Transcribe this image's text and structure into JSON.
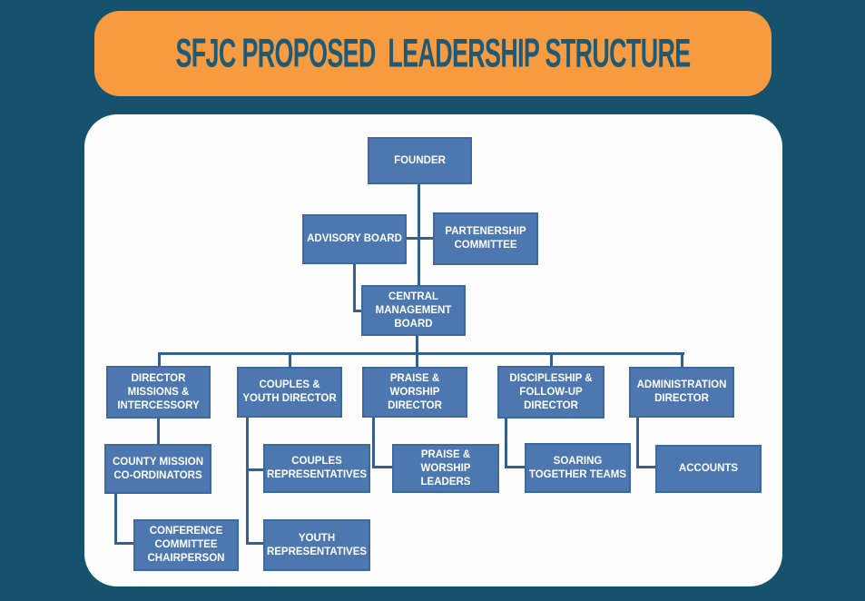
{
  "title": "SFJC PROPOSED  LEADERSHIP STRUCTURE",
  "colors": {
    "background": "#16526E",
    "banner": "#F79B40",
    "title_text": "#1B5A78",
    "card": "#FEFEFE",
    "node_fill": "#4C77AF",
    "node_border": "#3E68A1",
    "node_text": "#FFFFFF",
    "connector": "#365F91"
  },
  "org": {
    "nodes": [
      {
        "id": "founder",
        "label": "FOUNDER",
        "reports_to": null
      },
      {
        "id": "advisory-board",
        "label": "ADVISORY BOARD",
        "reports_to": "founder"
      },
      {
        "id": "partnership-committee",
        "label": "PARTENERSHIP COMMITTEE",
        "reports_to": "founder"
      },
      {
        "id": "central-management-board",
        "label": "CENTRAL MANAGEMENT BOARD",
        "reports_to": "founder"
      },
      {
        "id": "director-missions-intercessory",
        "label": "DIRECTOR MISSIONS & INTERCESSORY",
        "reports_to": "central-management-board"
      },
      {
        "id": "couples-youth-director",
        "label": "COUPLES & YOUTH DIRECTOR",
        "reports_to": "central-management-board"
      },
      {
        "id": "praise-worship-director",
        "label": "PRAISE & WORSHIP DIRECTOR",
        "reports_to": "central-management-board"
      },
      {
        "id": "discipleship-follow-up-director",
        "label": "DISCIPLESHIP & FOLLOW-UP DIRECTOR",
        "reports_to": "central-management-board"
      },
      {
        "id": "administration-director",
        "label": "ADMINISTRATION DIRECTOR",
        "reports_to": "central-management-board"
      },
      {
        "id": "county-mission-co-ordinators",
        "label": "COUNTY MISSION CO-ORDINATORS",
        "reports_to": "director-missions-intercessory"
      },
      {
        "id": "couples-representatives",
        "label": "COUPLES REPRESENTATIVES",
        "reports_to": "couples-youth-director"
      },
      {
        "id": "praise-worship-leaders",
        "label": "PRAISE & WORSHIP LEADERS",
        "reports_to": "praise-worship-director"
      },
      {
        "id": "soaring-together-teams",
        "label": "SOARING TOGETHER TEAMS",
        "reports_to": "discipleship-follow-up-director"
      },
      {
        "id": "accounts",
        "label": "ACCOUNTS",
        "reports_to": "administration-director"
      },
      {
        "id": "conference-committee-chairperson",
        "label": "CONFERENCE COMMITTEE CHAIRPERSON",
        "reports_to": "county-mission-co-ordinators"
      },
      {
        "id": "youth-representatives",
        "label": "YOUTH REPRESENTATIVES",
        "reports_to": "couples-youth-director"
      }
    ]
  }
}
